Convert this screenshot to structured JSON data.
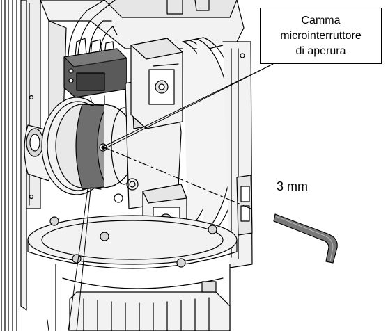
{
  "callout": {
    "line1": "Camma",
    "line2": "microinterruttore",
    "line3": "di aperura"
  },
  "dimension": {
    "label": "3 mm"
  },
  "colors": {
    "line": "#000000",
    "body_fill": "#f2f2f2",
    "shade_fill": "#d6d6d6",
    "dark_fill": "#5a5a5a",
    "cam_fill": "#6e6e6e",
    "background": "#ffffff"
  },
  "icons": {
    "tool": "allen-key-icon"
  }
}
